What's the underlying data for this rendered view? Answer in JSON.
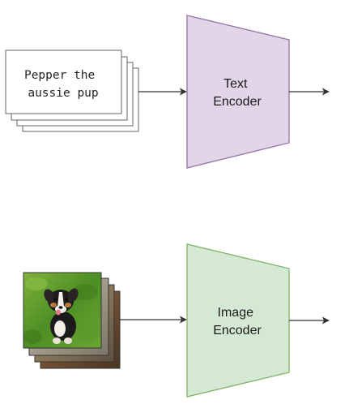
{
  "text_branch": {
    "caption_lines": [
      "Pepper the",
      "aussie pup"
    ],
    "encoder_lines": [
      "Text",
      "Encoder"
    ],
    "encoder_fill": "#e1d5e7",
    "encoder_stroke": "#9673a6"
  },
  "image_branch": {
    "encoder_lines": [
      "Image",
      "Encoder"
    ],
    "encoder_fill": "#d5e8d4",
    "encoder_stroke": "#82b366",
    "photo_subject": "puppy-photo"
  },
  "colors": {
    "card_stroke": "#666666",
    "arrow": "#333333"
  }
}
